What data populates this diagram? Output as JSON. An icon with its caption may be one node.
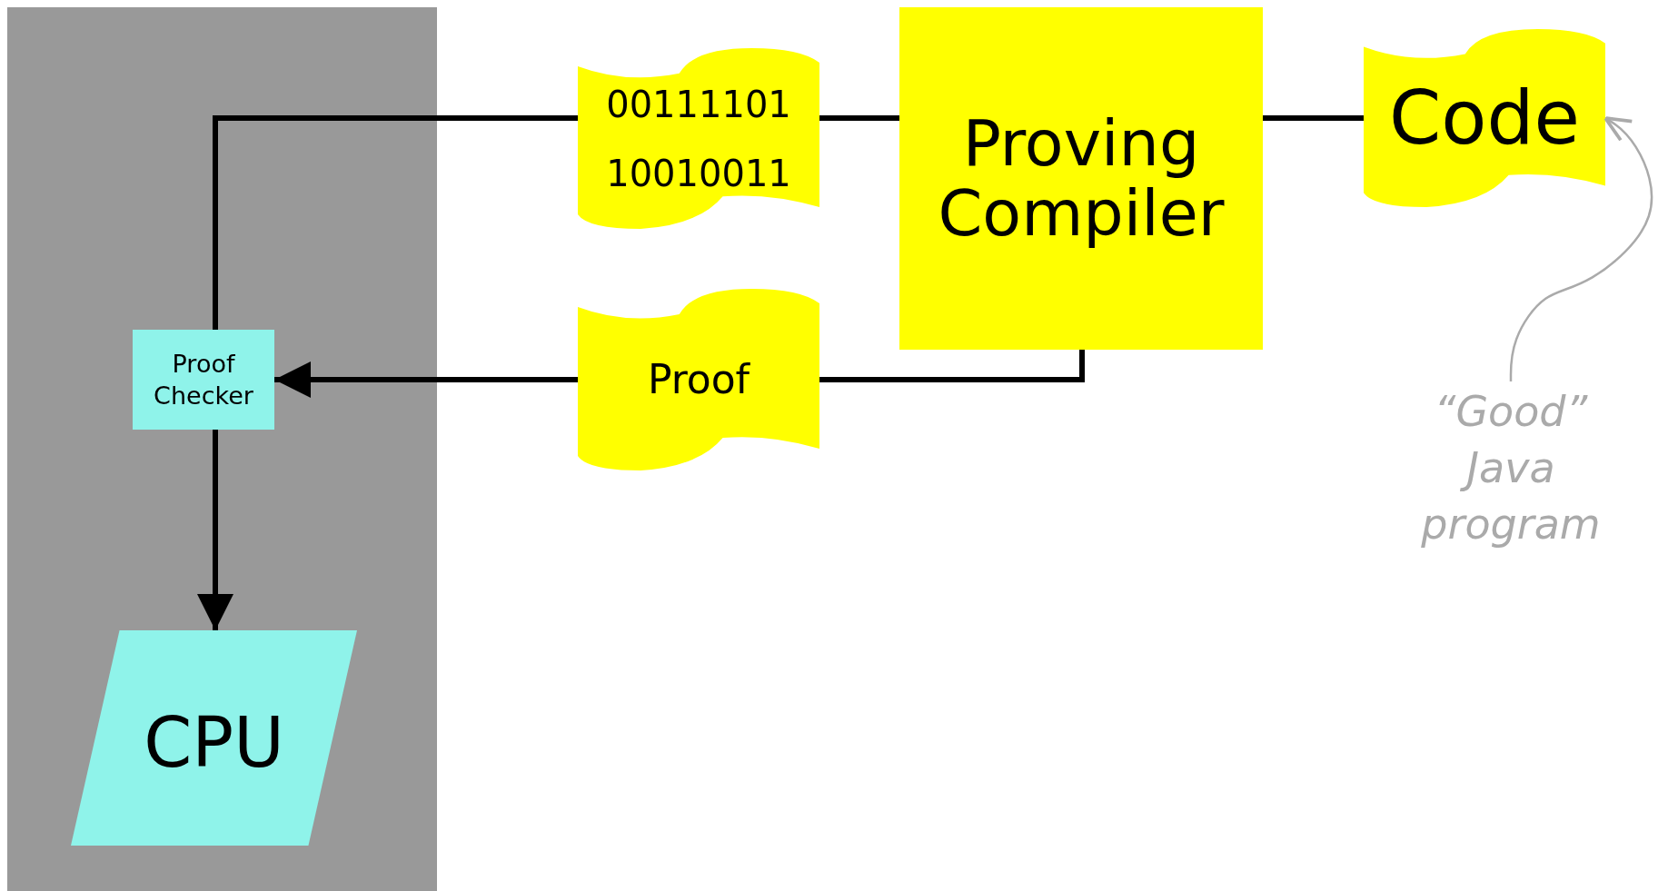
{
  "diagram": {
    "nodes": [
      {
        "text": [],
        "shape": "box"
      },
      {
        "text": [
          "00111101",
          "10010011"
        ]
      },
      {
        "text": [
          "Proving Compiler"
        ]
      },
      {
        "text": [
          "Code"
        ]
      },
      {
        "text": [
          "Proof Checker"
        ],
        "in": 0
      },
      {
        "text": [
          "Proof"
        ]
      },
      {
        "text": [
          "CPU"
        ],
        "in": 0
      },
      {
        "text": [
          "“Good” Java program"
        ]
      }
    ],
    "edges": [
      {
        "from": 2,
        "to": 3,
        "arrow": "none"
      },
      {
        "from": 1,
        "to": 2,
        "arrow": "none"
      },
      {
        "from": 1,
        "to": 4,
        "arrow": "none"
      },
      {
        "from": 2,
        "to": 5,
        "arrow": "none"
      },
      {
        "from": 5,
        "to": 4,
        "arrow": "to"
      },
      {
        "from": 4,
        "to": 6,
        "arrow": "to"
      },
      {
        "from": 7,
        "to": 3,
        "arrow": "to",
        "color": "#aaaaaa"
      }
    ]
  }
}
